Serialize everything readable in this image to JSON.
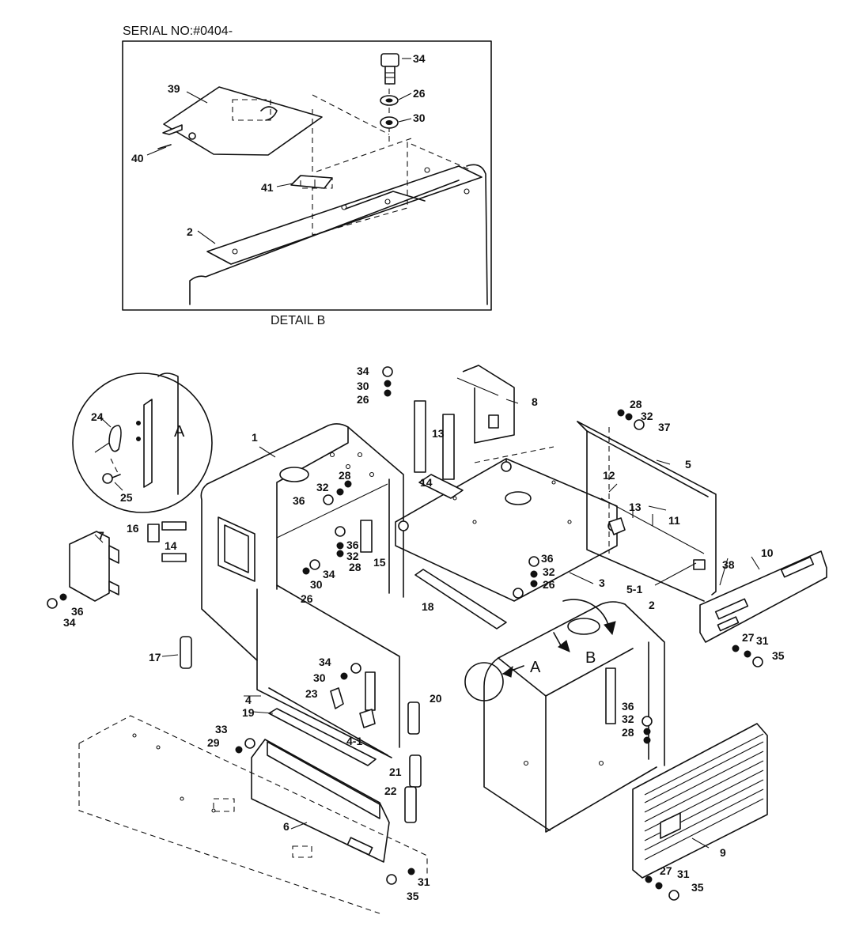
{
  "header": {
    "serial": "SERIAL NO:#0404-"
  },
  "detail": {
    "caption": "DETAIL B",
    "labels": [
      "34",
      "26",
      "30",
      "39",
      "40",
      "41",
      "2"
    ]
  },
  "callouts": {
    "circle_label": "A",
    "pointer_a": "A",
    "pointer_b": "B"
  },
  "parts": [
    "1",
    "2",
    "3",
    "4",
    "4-1",
    "5",
    "5-1",
    "6",
    "7",
    "8",
    "9",
    "10",
    "11",
    "12",
    "13",
    "14",
    "15",
    "16",
    "17",
    "18",
    "19",
    "20",
    "21",
    "22",
    "23",
    "24",
    "25",
    "26",
    "27",
    "28",
    "29",
    "30",
    "31",
    "32",
    "33",
    "34",
    "35",
    "36",
    "37",
    "38"
  ]
}
